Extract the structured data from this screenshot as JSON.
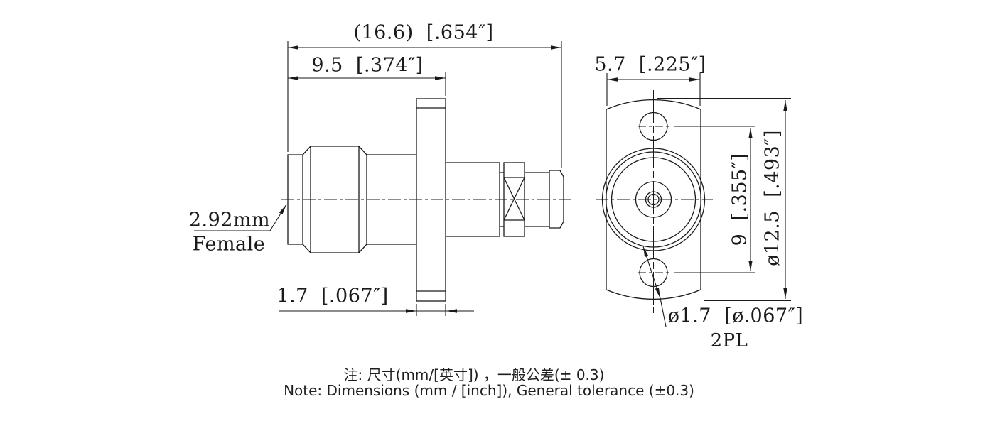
{
  "side_view": {
    "overall_length": "(16.6)  [.654″]",
    "body_length": "9.5  [.374″]",
    "flange_thickness": "1.7  [.067″]",
    "connector_label_line1": "2.92mm",
    "connector_label_line2": "Female"
  },
  "front_view": {
    "flange_width": "5.7  [.225″]",
    "hole_spacing": "9  [.355″]",
    "flange_height": "ø12.5  [.493″]",
    "hole_diameter": "ø1.7  [ø.067″]",
    "hole_quantity": "2PL"
  },
  "notes": {
    "line1": "注: 尺寸(mm/[英寸]) ，一般公差(± 0.3)",
    "line2": "Note: Dimensions (mm / [inch]), General tolerance (±0.3)"
  }
}
